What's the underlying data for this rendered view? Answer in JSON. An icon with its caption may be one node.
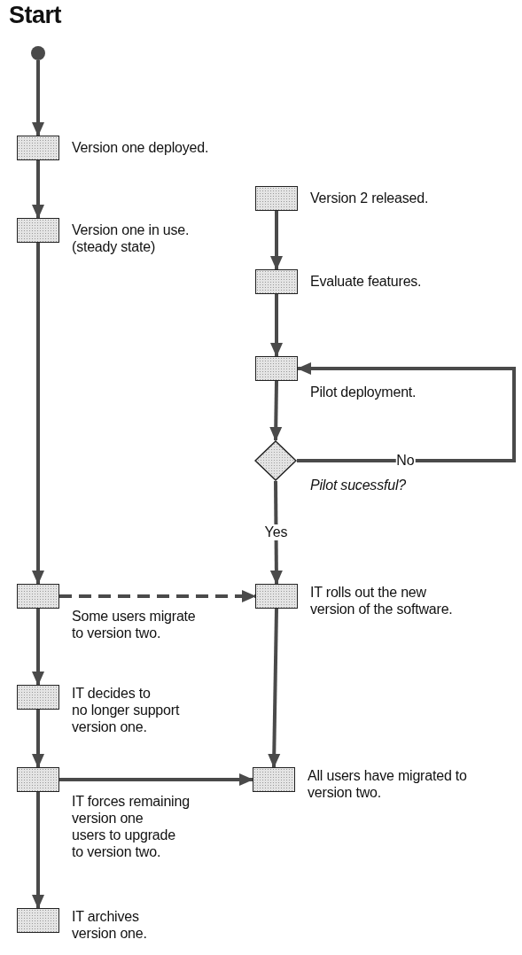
{
  "diagram": {
    "title": "Start",
    "nodes": [
      {
        "text": [],
        "shape": "circle"
      },
      {
        "text": [],
        "shape": "box",
        "beside": [
          "Version one deployed."
        ]
      },
      {
        "text": [],
        "shape": "box",
        "beside": [
          "Version one in use. (steady state)"
        ]
      },
      {
        "text": [],
        "shape": "box",
        "beside": [
          "Version 2 released."
        ]
      },
      {
        "text": [],
        "shape": "box",
        "beside": [
          "Evaluate features."
        ]
      },
      {
        "text": [],
        "shape": "box",
        "beside": [
          "Pilot deployment."
        ]
      },
      {
        "text": [],
        "shape": "diamond",
        "beside": [
          "Pilot sucessful?"
        ]
      },
      {
        "text": [],
        "shape": "box",
        "beside": [
          "Some users migrate to version two."
        ]
      },
      {
        "text": [],
        "shape": "box",
        "beside": [
          "IT rolls out the new version of the software."
        ]
      },
      {
        "text": [],
        "shape": "box",
        "beside": [
          "IT decides to no longer support version one."
        ]
      },
      {
        "text": [],
        "shape": "box",
        "beside": [
          "IT forces remaining version one users to upgrade to version two."
        ]
      },
      {
        "text": [],
        "shape": "box",
        "beside": [
          "All users have migrated to version two."
        ]
      },
      {
        "text": [],
        "shape": "box",
        "beside": [
          "IT archives version one."
        ]
      }
    ],
    "edges": [
      {
        "from": 0,
        "to": 1,
        "arrow": "to"
      },
      {
        "from": 1,
        "to": 2,
        "arrow": "to"
      },
      {
        "from": 2,
        "to": 7,
        "arrow": "to"
      },
      {
        "from": 3,
        "to": 4,
        "arrow": "to"
      },
      {
        "from": 4,
        "to": 5,
        "arrow": "to"
      },
      {
        "from": 5,
        "to": 6,
        "arrow": "to"
      },
      {
        "from": 6,
        "to": 5,
        "arrow": "to",
        "label": "No"
      },
      {
        "from": 6,
        "to": 8,
        "arrow": "to",
        "label": "Yes"
      },
      {
        "from": 7,
        "to": 8,
        "arrow": "to",
        "style": "dashed"
      },
      {
        "from": 7,
        "to": 9,
        "arrow": "to"
      },
      {
        "from": 9,
        "to": 10,
        "arrow": "to"
      },
      {
        "from": 10,
        "to": 11,
        "arrow": "to"
      },
      {
        "from": 10,
        "to": 12,
        "arrow": "to"
      },
      {
        "from": 8,
        "to": 11,
        "arrow": "to"
      }
    ]
  }
}
